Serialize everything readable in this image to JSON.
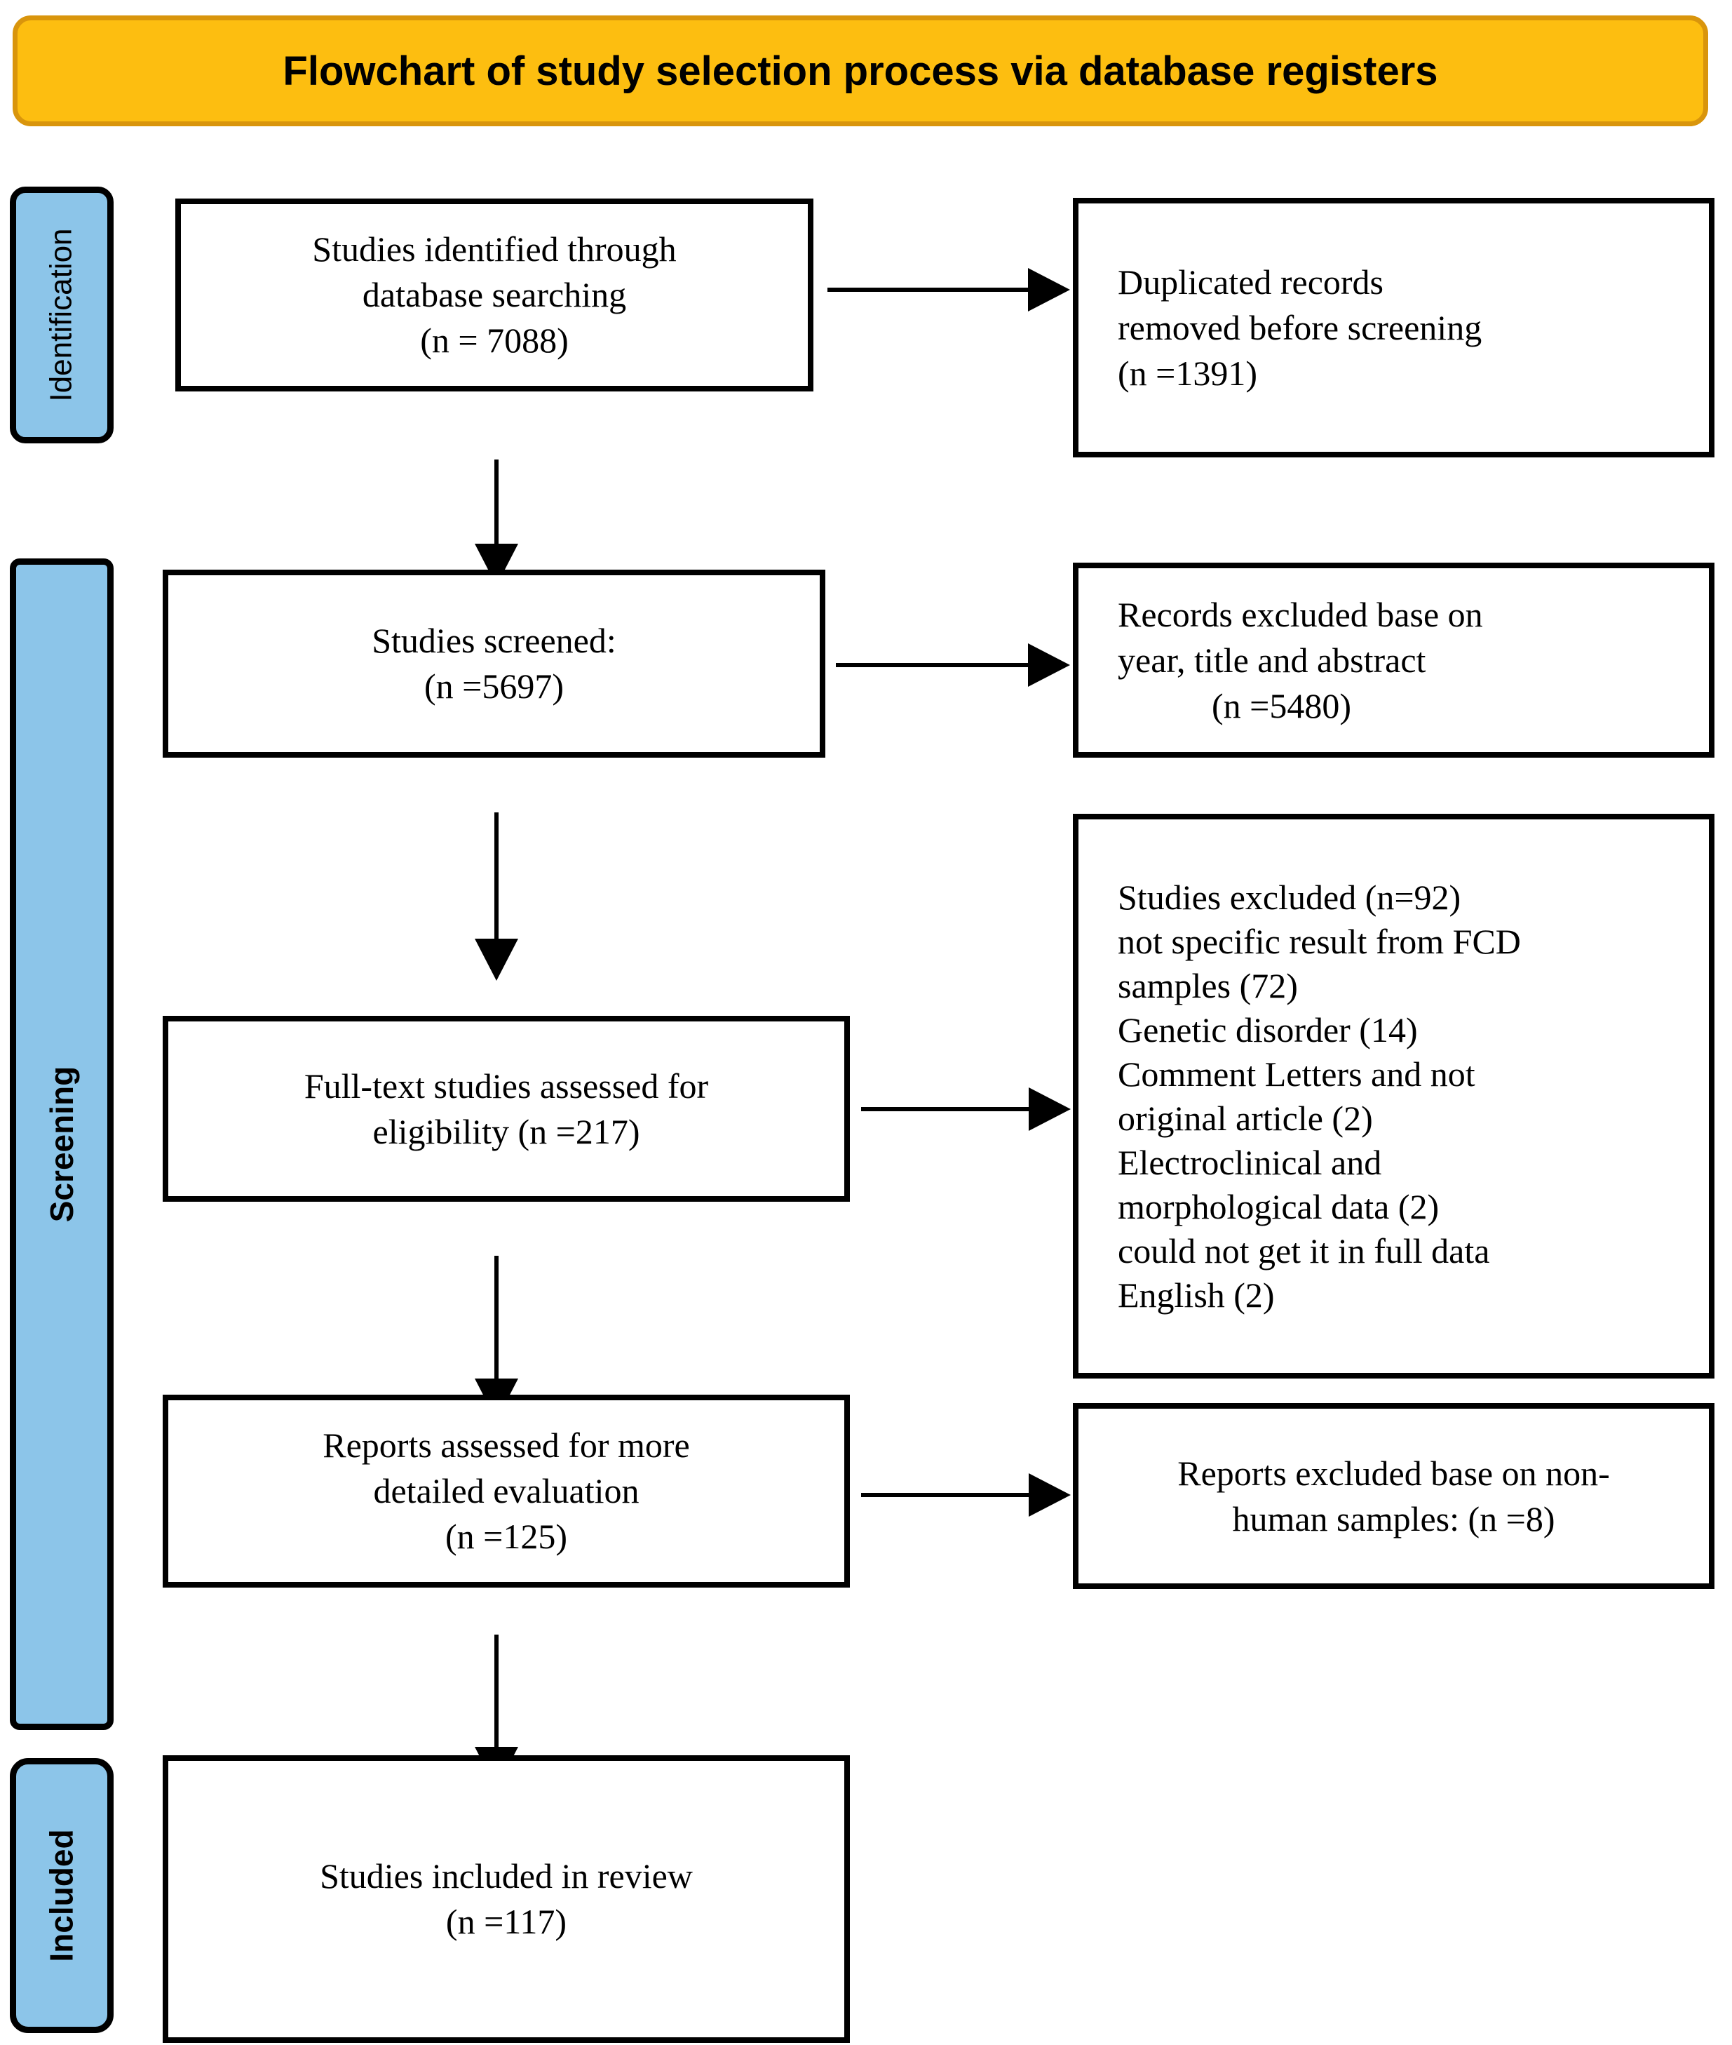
{
  "title": {
    "text": "Flowchart of study selection process via database registers",
    "background_color": "#FDBE10",
    "border_color": "#D9950C"
  },
  "colors": {
    "stage_fill": "#8CC5E9",
    "stage_border": "#000000",
    "box_border": "#000000",
    "box_fill": "#FFFFFF",
    "text": "#000000"
  },
  "stages": [
    {
      "id": "identification",
      "label": "Identification"
    },
    {
      "id": "screening",
      "label": "Screening"
    },
    {
      "id": "included",
      "label": "Included"
    }
  ],
  "boxes": {
    "identified": {
      "align": "center",
      "lines": [
        "Studies identified through",
        "database searching",
        "(n = 7088)"
      ]
    },
    "duplicates_removed": {
      "align": "left",
      "lines": [
        "Duplicated records",
        "removed before screening",
        "(n =1391)"
      ]
    },
    "screened": {
      "align": "center",
      "lines": [
        "Studies screened:",
        "(n =5697)"
      ]
    },
    "records_excluded": {
      "align": "left",
      "lines": [
        "Records excluded base on",
        "year, title and abstract",
        "(n =5480)"
      ]
    },
    "fulltext_assessed": {
      "align": "center",
      "lines": [
        "Full-text studies assessed for",
        "eligibility (n =217)"
      ]
    },
    "studies_excluded": {
      "align": "left",
      "lines": [
        "Studies excluded (n=92)",
        "not specific result from FCD",
        "samples (72)",
        "Genetic disorder (14)",
        "Comment Letters and not",
        "original article (2)",
        "Electroclinical and",
        "morphological data (2)",
        "could not get it in full data",
        "English (2)"
      ]
    },
    "reports_assessed": {
      "align": "center",
      "lines": [
        "Reports assessed for more",
        "detailed evaluation",
        "(n =125)"
      ]
    },
    "reports_excluded": {
      "align": "center",
      "lines": [
        "Reports excluded base on non-",
        "human samples: (n =8)"
      ]
    },
    "included_in_review": {
      "align": "center",
      "lines": [
        "Studies included in review",
        "(n =117)"
      ]
    }
  },
  "chart_data": {
    "type": "diagram",
    "title": "Flowchart of study selection process via database registers",
    "diagram_kind": "PRISMA flow diagram",
    "stages": [
      "Identification",
      "Screening",
      "Included"
    ],
    "nodes": [
      {
        "id": "identified",
        "stage": "Identification",
        "label": "Studies identified through database searching",
        "n": 7088
      },
      {
        "id": "duplicates_removed",
        "stage": "Identification",
        "label": "Duplicated records removed before screening",
        "n": 1391
      },
      {
        "id": "screened",
        "stage": "Screening",
        "label": "Studies screened",
        "n": 5697
      },
      {
        "id": "records_excluded",
        "stage": "Screening",
        "label": "Records excluded base on year, title and abstract",
        "n": 5480
      },
      {
        "id": "fulltext_assessed",
        "stage": "Screening",
        "label": "Full-text studies assessed for eligibility",
        "n": 217
      },
      {
        "id": "studies_excluded",
        "stage": "Screening",
        "label": "Studies excluded",
        "n": 92,
        "reasons": [
          {
            "reason": "not specific result from FCD samples",
            "n": 72
          },
          {
            "reason": "Genetic disorder",
            "n": 14
          },
          {
            "reason": "Comment Letters and not original article",
            "n": 2
          },
          {
            "reason": "Electroclinical and morphological data",
            "n": 2
          },
          {
            "reason": "could not get it in full data English",
            "n": 2
          }
        ]
      },
      {
        "id": "reports_assessed",
        "stage": "Screening",
        "label": "Reports assessed for more detailed evaluation",
        "n": 125
      },
      {
        "id": "reports_excluded",
        "stage": "Screening",
        "label": "Reports excluded base on non-human samples",
        "n": 8
      },
      {
        "id": "included_in_review",
        "stage": "Included",
        "label": "Studies included in review",
        "n": 117
      }
    ],
    "edges": [
      {
        "from": "identified",
        "to": "duplicates_removed",
        "direction": "right"
      },
      {
        "from": "identified",
        "to": "screened",
        "direction": "down"
      },
      {
        "from": "screened",
        "to": "records_excluded",
        "direction": "right"
      },
      {
        "from": "screened",
        "to": "fulltext_assessed",
        "direction": "down"
      },
      {
        "from": "fulltext_assessed",
        "to": "studies_excluded",
        "direction": "right"
      },
      {
        "from": "fulltext_assessed",
        "to": "reports_assessed",
        "direction": "down"
      },
      {
        "from": "reports_assessed",
        "to": "reports_excluded",
        "direction": "right"
      },
      {
        "from": "reports_assessed",
        "to": "included_in_review",
        "direction": "down"
      }
    ]
  }
}
